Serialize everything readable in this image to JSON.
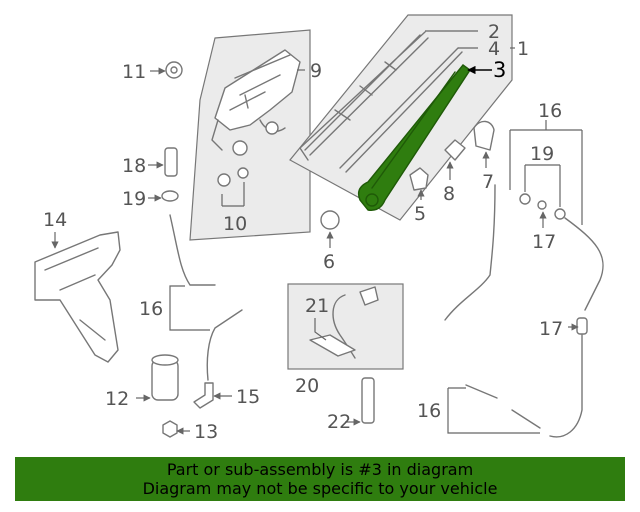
{
  "callouts": {
    "c1": "1",
    "c2": "2",
    "c3": "3",
    "c4": "4",
    "c5": "5",
    "c6": "6",
    "c7": "7",
    "c8": "8",
    "c9": "9",
    "c10": "10",
    "c11": "11",
    "c12": "12",
    "c13": "13",
    "c14": "14",
    "c15": "15",
    "c16a": "16",
    "c16b": "16",
    "c16c": "16",
    "c17a": "17",
    "c17b": "17",
    "c18": "18",
    "c19a": "19",
    "c19b": "19",
    "c20": "20",
    "c21": "21",
    "c22": "22"
  },
  "highlight": {
    "part": "3",
    "color": "#2f7d0f"
  },
  "banner": {
    "line1": "Part or sub-assembly is #3 in diagram",
    "line2": "Diagram may not be specific to your vehicle",
    "color": "#2f7d0f"
  }
}
